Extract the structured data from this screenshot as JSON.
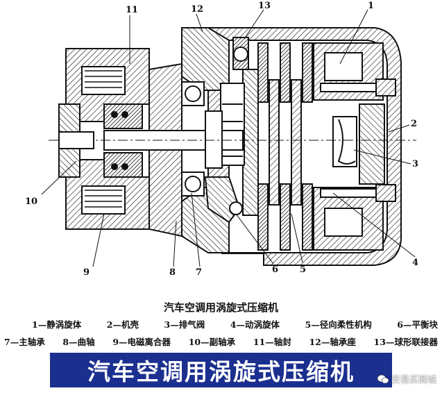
{
  "callouts": {
    "n1": "1",
    "n2": "2",
    "n3": "3",
    "n4": "4",
    "n5": "5",
    "n6": "6",
    "n7": "7",
    "n8": "8",
    "n9": "9",
    "n10": "10",
    "n11": "11",
    "n12": "12",
    "n13": "13"
  },
  "caption": {
    "title": "汽车空调用涡旋式压缩机"
  },
  "legend": {
    "row1": [
      "1—静涡旋体",
      "2—机壳",
      "3—排气阀",
      "4—动涡旋体",
      "5—径向柔性机构",
      "6—平衡块"
    ],
    "row2": [
      "7—主轴承",
      "8—曲轴",
      "9—电磁离合器",
      "10—副轴承",
      "11—轴封",
      "12—轴承座",
      "13—球形联接器"
    ]
  },
  "banner": {
    "title": "汽车空调用涡旋式压缩机",
    "color": "#1b2f8f"
  },
  "watermark": {
    "text": "安易买商城",
    "icon": "wechat-icon"
  }
}
